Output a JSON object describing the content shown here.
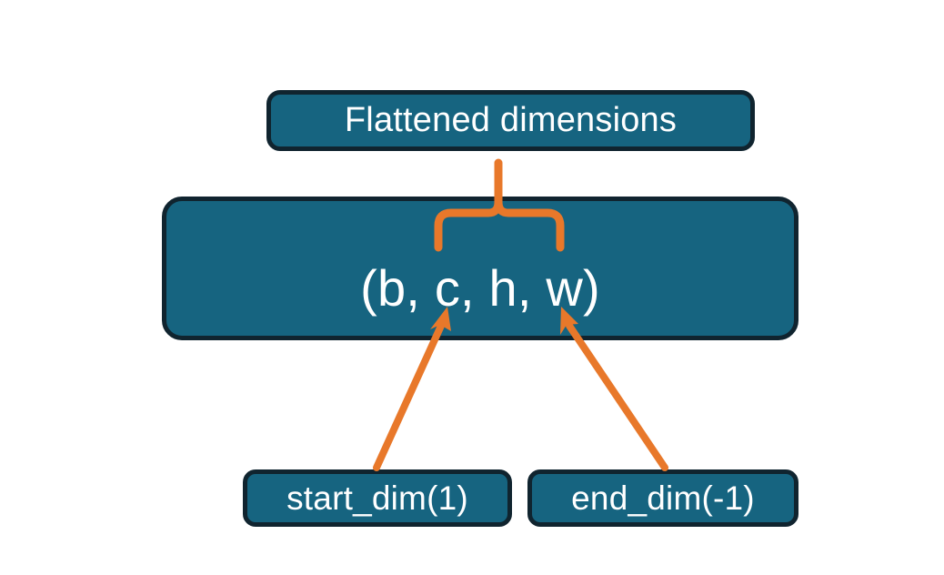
{
  "diagram": {
    "title_node": {
      "label": "Flattened dimensions"
    },
    "shape_node": {
      "label": "(b, c, h, w)"
    },
    "arg_nodes": [
      {
        "label": "start_dim(1)"
      },
      {
        "label": "end_dim(-1)"
      }
    ],
    "connectors": {
      "brace": {
        "name": "upward-curly-brace",
        "spans": "c, h, w"
      },
      "arrow_left": {
        "name": "start-dim-arrow",
        "points_to": "c"
      },
      "arrow_right": {
        "name": "end-dim-arrow",
        "points_to": "w"
      }
    },
    "colors": {
      "box_fill": "#166480",
      "box_border": "#10242f",
      "text": "#ffffff",
      "accent": "#e8782a",
      "background": "#ffffff"
    }
  }
}
